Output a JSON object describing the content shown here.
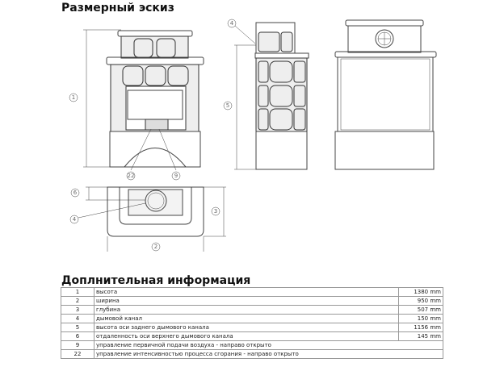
{
  "sketch": {
    "title": "Размерный эскиз",
    "callouts": [
      "1",
      "22",
      "9",
      "4",
      "5",
      "6",
      "3",
      "2"
    ]
  },
  "info": {
    "title": "Доплнительная информация",
    "rows": [
      {
        "num": "1",
        "desc": "высота",
        "value": "1380 mm"
      },
      {
        "num": "2",
        "desc": "ширина",
        "value": "950 mm"
      },
      {
        "num": "3",
        "desc": "глубина",
        "value": "507 mm"
      },
      {
        "num": "4",
        "desc": "дымовой канал",
        "value": "150 mm"
      },
      {
        "num": "5",
        "desc": "высота оси заднего дымового канала",
        "value": "1156 mm"
      },
      {
        "num": "6",
        "desc": "отдаленность оси верхнего дымового канала",
        "value": "145 mm"
      },
      {
        "num": "9",
        "desc": "управление первичной подачи воздуха - направо открыто",
        "value": ""
      },
      {
        "num": "22",
        "desc": "управление интенсивностью процесса сгорания - направо открыто",
        "value": ""
      }
    ]
  }
}
